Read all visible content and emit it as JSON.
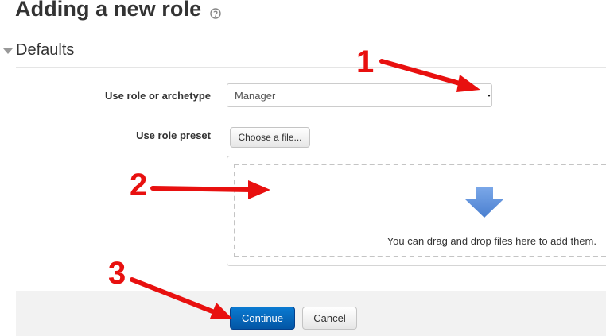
{
  "page": {
    "title": "Adding a new role",
    "help_icon": "question-circle-icon"
  },
  "section": {
    "title": "Defaults",
    "toggle_icon": "caret-down-icon"
  },
  "form": {
    "archetype": {
      "label": "Use role or archetype",
      "selected_value": "Manager",
      "caret_icon": "dropdown-caret-icon"
    },
    "preset": {
      "label": "Use role preset",
      "choose_file_label": "Choose a file...",
      "drop_text": "You can drag and drop files here to add them.",
      "drop_icon": "arrow-down-icon",
      "drop_icon_color": "#5b8fd9"
    }
  },
  "actions": {
    "continue_label": "Continue",
    "cancel_label": "Cancel",
    "primary_color": "#0a6bc2"
  },
  "annotations": {
    "color": "#e8100f",
    "callouts": [
      "1",
      "2",
      "3"
    ]
  }
}
